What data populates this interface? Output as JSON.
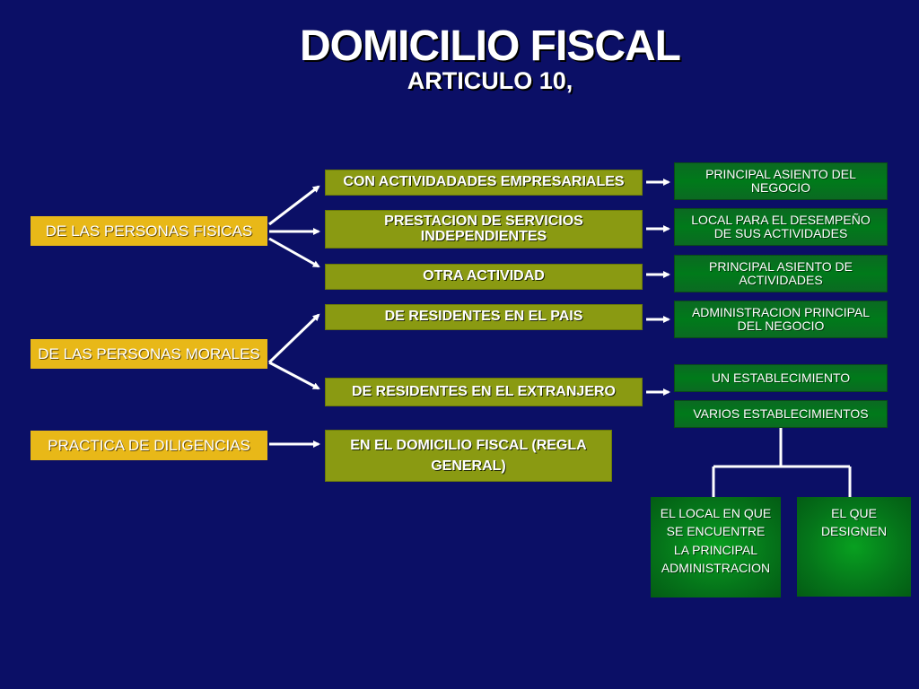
{
  "title": "DOMICILIO FISCAL",
  "subtitle": "ARTICULO 10,",
  "categories": {
    "fisicas": "DE LAS PERSONAS FISICAS",
    "morales": "DE LAS PERSONAS MORALES",
    "diligencias": "PRACTICA DE DILIGENCIAS"
  },
  "middle": {
    "empresariales": "CON ACTIVIDADADES EMPRESARIALES",
    "servicios": "PRESTACION DE SERVICIOS\nINDEPENDIENTES",
    "otra": "OTRA ACTIVIDAD",
    "residentes_pais": "DE RESIDENTES EN EL PAIS",
    "residentes_extranjero": "DE RESIDENTES EN EL EXTRANJERO",
    "regla_general": "EN EL DOMICILIO FISCAL (REGLA\nGENERAL)"
  },
  "results": {
    "principal_negocio": "PRINCIPAL ASIENTO DEL\nNEGOCIO",
    "local_desempeno": "LOCAL PARA EL DESEMPEÑO\nDE SUS ACTIVIDADES",
    "principal_actividades": "PRINCIPAL ASIENTO DE\nACTIVIDADES",
    "administracion": "ADMINISTRACION PRINCIPAL\nDEL NEGOCIO",
    "un_establecimiento": "UN ESTABLECIMIENTO",
    "varios_establecimientos": "VARIOS  ESTABLECIMIENTOS",
    "local_administracion": "EL LOCAL EN QUE\nSE ENCUENTRE\nLA  PRINCIPAL\nADMINISTRACION",
    "el_que_designen": "EL QUE\nDESIGNEN"
  },
  "colors": {
    "background": "#0b0f66",
    "category": "#e8b818",
    "middle": "#8a9a12",
    "result": "#007a1a",
    "connector": "#ffffff"
  }
}
